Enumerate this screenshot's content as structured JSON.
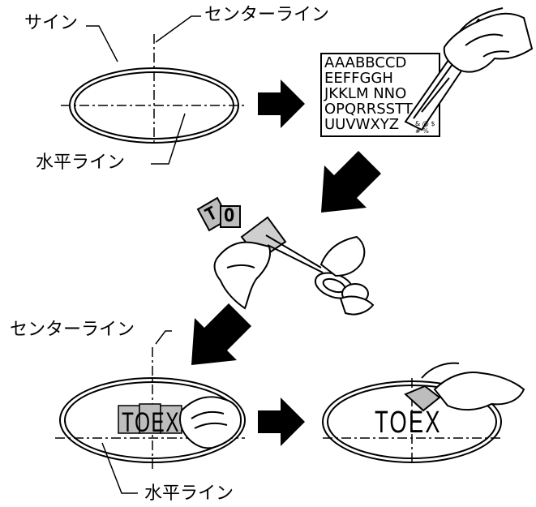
{
  "labels": {
    "sign": "サイン",
    "center_line_top": "センターライン",
    "horizontal_line_top": "水平ライン",
    "center_line_bottom": "センターライン",
    "horizontal_line_bottom": "水平ライン"
  },
  "letter_sheet": {
    "rows": [
      "AAABBCCD",
      "EEFFGGH",
      "JKKLM NNO",
      "OPQRRSSTT",
      "UUVWXYZ"
    ],
    "symbols": "& @ $ # %"
  },
  "pieces": {
    "held_letters": [
      "T",
      "O"
    ],
    "applied_text": "TOEX",
    "final_text": "TOEX"
  },
  "arrows": [
    {
      "name": "step-arrow-right",
      "direction": "right"
    },
    {
      "name": "step-arrow-down-left",
      "direction": "down-left"
    },
    {
      "name": "step-arrow-down-left-2",
      "direction": "down-left"
    },
    {
      "name": "step-arrow-right-2",
      "direction": "right"
    }
  ],
  "colors": {
    "line": "#000000",
    "letter_piece_fill": "#bdbdbd",
    "background": "#ffffff"
  }
}
